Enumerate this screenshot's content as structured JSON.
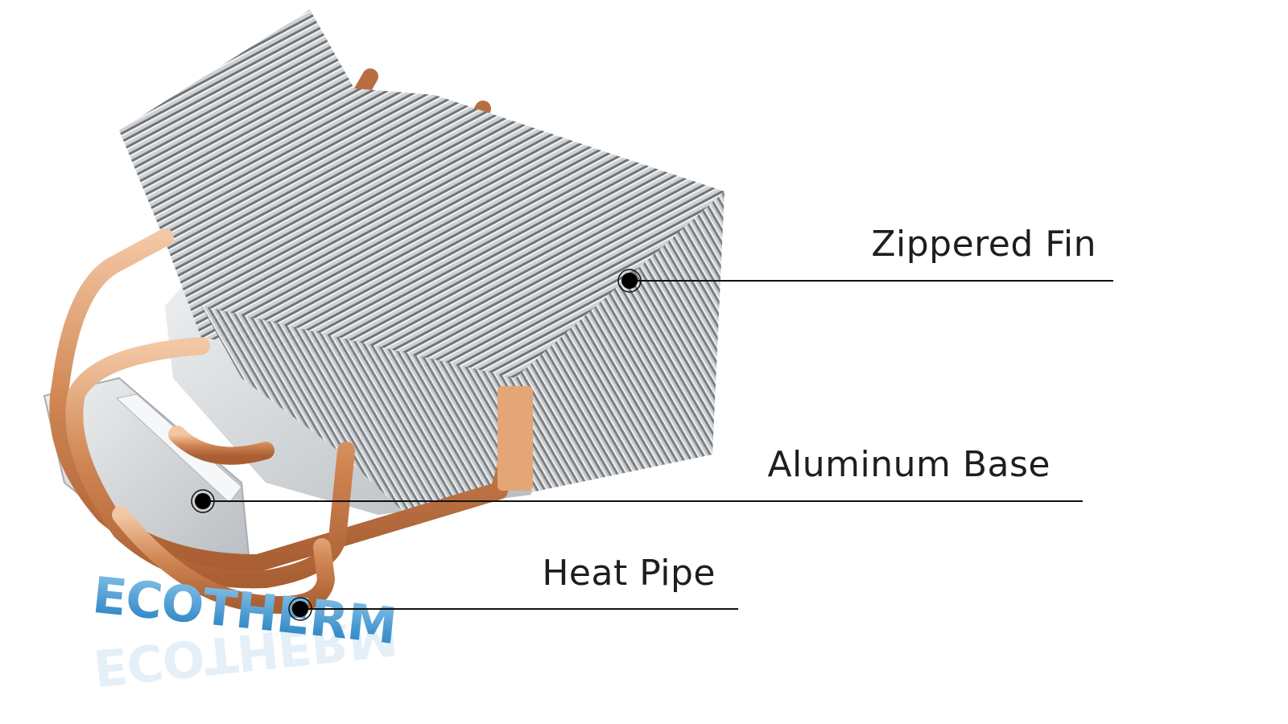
{
  "brand": {
    "logo_text": "ECOTHERM",
    "logo_color": "#2a86c8"
  },
  "callouts": [
    {
      "id": "zippered-fin",
      "label": "Zippered Fin"
    },
    {
      "id": "aluminum-base",
      "label": "Aluminum Base"
    },
    {
      "id": "heat-pipe",
      "label": "Heat Pipe"
    }
  ],
  "colors": {
    "fin": "#b9bcbf",
    "copper": "#d28a5c",
    "line": "#111111"
  }
}
